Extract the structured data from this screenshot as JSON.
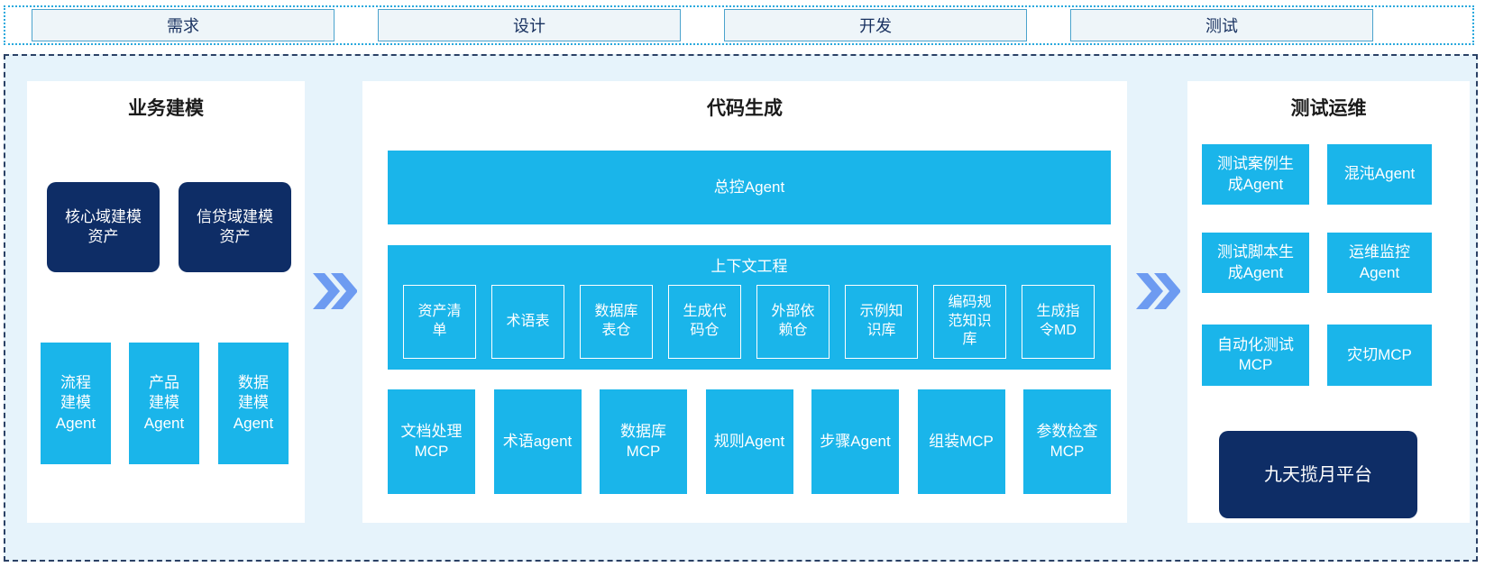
{
  "phases": {
    "items": [
      {
        "label": "需求"
      },
      {
        "label": "设计"
      },
      {
        "label": "开发"
      },
      {
        "label": "测试"
      }
    ]
  },
  "business_modeling": {
    "title": "业务建模",
    "asset_boxes": [
      "核心域建模资产",
      "信贷域建模资产"
    ],
    "agent_boxes": [
      "流程建模Agent",
      "产品建模Agent",
      "数据建模Agent"
    ]
  },
  "code_generation": {
    "title": "代码生成",
    "master_agent": "总控Agent",
    "context_engineering": {
      "title": "上下文工程",
      "items": [
        "资产清单",
        "术语表",
        "数据库表仓",
        "生成代码仓",
        "外部依赖仓",
        "示例知识库",
        "编码规范知识库",
        "生成指令MD"
      ]
    },
    "workers": [
      "文档处理MCP",
      "术语agent",
      "数据库MCP",
      "规则Agent",
      "步骤Agent",
      "组装MCP",
      "参数检查MCP"
    ]
  },
  "test_ops": {
    "title": "测试运维",
    "boxes": [
      "测试案例生成Agent",
      "混沌Agent",
      "测试脚本生成Agent",
      "运维监控Agent",
      "自动化测试MCP",
      "灾切MCP"
    ],
    "platform": "九天揽月平台"
  },
  "colors": {
    "cyan": "#1ab5ea",
    "navy": "#0e2d66",
    "canvas_bg": "#e6f3fb",
    "chevron": "#6d9bf1",
    "strip_border": "#2aa9dd",
    "main_border": "#2b4165"
  }
}
